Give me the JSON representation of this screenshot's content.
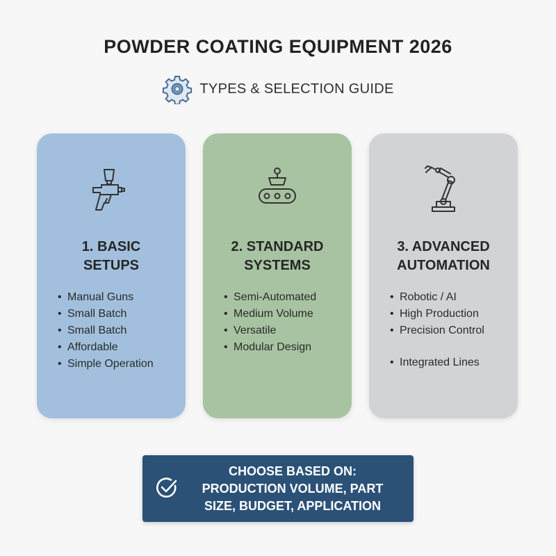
{
  "header": {
    "title": "POWDER COATING EQUIPMENT 2026",
    "subtitle": "TYPES & SELECTION GUIDE",
    "icon": "gear-icon"
  },
  "cards": [
    {
      "title_line1": "1. BASIC",
      "title_line2": "SETUPS",
      "icon": "spray-gun-icon",
      "color": "#a2c0dd",
      "items": [
        "Manual Guns",
        "Small Batch",
        "Small Batch",
        "Affordable",
        "Simple Operation"
      ]
    },
    {
      "title_line1": "2. STANDARD",
      "title_line2": "SYSTEMS",
      "icon": "conveyor-icon",
      "color": "#a8c3a1",
      "items": [
        "Semi-Automated",
        "Medium Volume",
        "Versatile",
        "Modular Design"
      ]
    },
    {
      "title_line1": "3. ADVANCED",
      "title_line2": "AUTOMATION",
      "icon": "robotic-arm-icon",
      "color": "#d1d3d6",
      "items": [
        "Robotic / AI",
        "High Production",
        "Precision Control",
        "Integrated Lines"
      ]
    }
  ],
  "bullet": "•",
  "banner": {
    "icon": "check-circle-icon",
    "color": "#2b5177",
    "line1": "CHOOSE BASED ON:",
    "line2": "PRODUCTION VOLUME, PART",
    "line3": "SIZE, BUDGET, APPLICATION"
  }
}
